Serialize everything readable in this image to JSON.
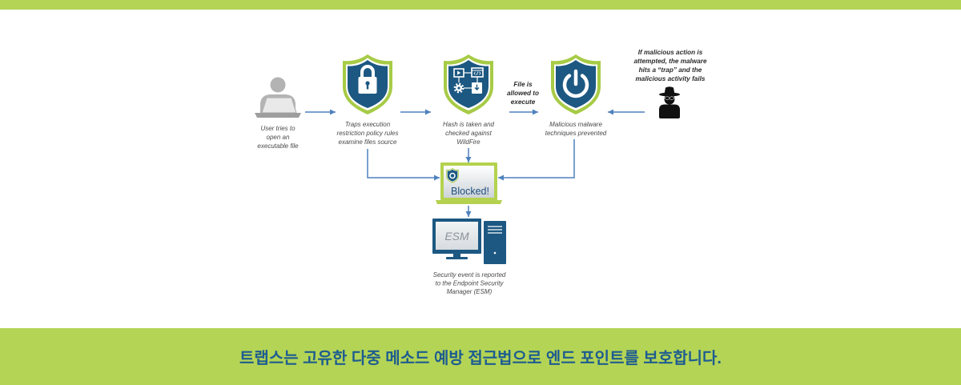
{
  "colors": {
    "accent_green": "#b4d455",
    "shield_border_green": "#a7cb46",
    "shield_blue": "#1c5882",
    "arrow_blue": "#4f81bd",
    "banner_text": "#1d5c90"
  },
  "diagram": {
    "user_step": {
      "icon": "user-at-laptop-icon",
      "caption": [
        "User tries to",
        "open an",
        "executable file"
      ]
    },
    "policy_step": {
      "icon": "lock-shield-icon",
      "caption": [
        "Traps execution",
        "restriction policy rules",
        "examine files source"
      ]
    },
    "hash_step": {
      "icon": "hash-check-shield-icon",
      "caption": [
        "Hash is taken and",
        "checked against",
        "WildFire"
      ]
    },
    "allowed_note": [
      "File is",
      "allowed to",
      "execute"
    ],
    "prevent_step": {
      "icon": "power-shield-icon",
      "caption": [
        "Malicious malware",
        "techniques prevented"
      ]
    },
    "trap_note": [
      "If malicious action is",
      "attempted, the malware",
      "hits a “trap” and the",
      "malicious activity fails"
    ],
    "attacker": {
      "icon": "hacker-icon"
    },
    "blocked": {
      "icon": "blocked-laptop-icon",
      "label": "Blocked!"
    },
    "esm": {
      "icon": "esm-workstation-icon",
      "screen_label": "ESM",
      "caption": [
        "Security event is reported",
        "to the Endpoint Security",
        "Manager (ESM)"
      ]
    }
  },
  "banner": {
    "text": "트랩스는 고유한 다중 메소드 예방 접근법으로 엔드 포인트를 보호합니다."
  }
}
